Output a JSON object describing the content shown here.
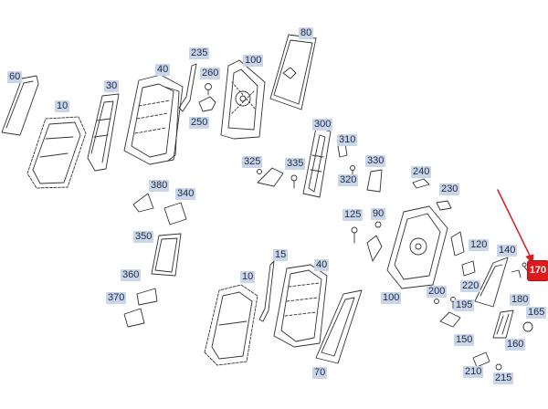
{
  "diagram": {
    "highlight_color": "#e0191b",
    "label_bg": "#c9d5e8",
    "callouts": [
      {
        "id": "60",
        "text": "60"
      },
      {
        "id": "10a",
        "text": "10"
      },
      {
        "id": "30",
        "text": "30"
      },
      {
        "id": "40a",
        "text": "40"
      },
      {
        "id": "235",
        "text": "235"
      },
      {
        "id": "260",
        "text": "260"
      },
      {
        "id": "250",
        "text": "250"
      },
      {
        "id": "100a",
        "text": "100"
      },
      {
        "id": "80",
        "text": "80"
      },
      {
        "id": "300",
        "text": "300"
      },
      {
        "id": "310",
        "text": "310"
      },
      {
        "id": "325",
        "text": "325"
      },
      {
        "id": "335",
        "text": "335"
      },
      {
        "id": "330",
        "text": "330"
      },
      {
        "id": "320",
        "text": "320"
      },
      {
        "id": "240",
        "text": "240"
      },
      {
        "id": "230",
        "text": "230"
      },
      {
        "id": "380",
        "text": "380"
      },
      {
        "id": "340",
        "text": "340"
      },
      {
        "id": "125",
        "text": "125"
      },
      {
        "id": "90",
        "text": "90"
      },
      {
        "id": "120",
        "text": "120"
      },
      {
        "id": "350",
        "text": "350"
      },
      {
        "id": "140",
        "text": "140"
      },
      {
        "id": "15",
        "text": "15"
      },
      {
        "id": "40b",
        "text": "40"
      },
      {
        "id": "220",
        "text": "220"
      },
      {
        "id": "360",
        "text": "360"
      },
      {
        "id": "10b",
        "text": "10"
      },
      {
        "id": "200",
        "text": "200"
      },
      {
        "id": "180",
        "text": "180"
      },
      {
        "id": "100b",
        "text": "100"
      },
      {
        "id": "195",
        "text": "195"
      },
      {
        "id": "370",
        "text": "370"
      },
      {
        "id": "165",
        "text": "165"
      },
      {
        "id": "150",
        "text": "150"
      },
      {
        "id": "160",
        "text": "160"
      },
      {
        "id": "70",
        "text": "70"
      },
      {
        "id": "210",
        "text": "210"
      },
      {
        "id": "215",
        "text": "215"
      }
    ],
    "highlighted": {
      "text": "170"
    }
  }
}
